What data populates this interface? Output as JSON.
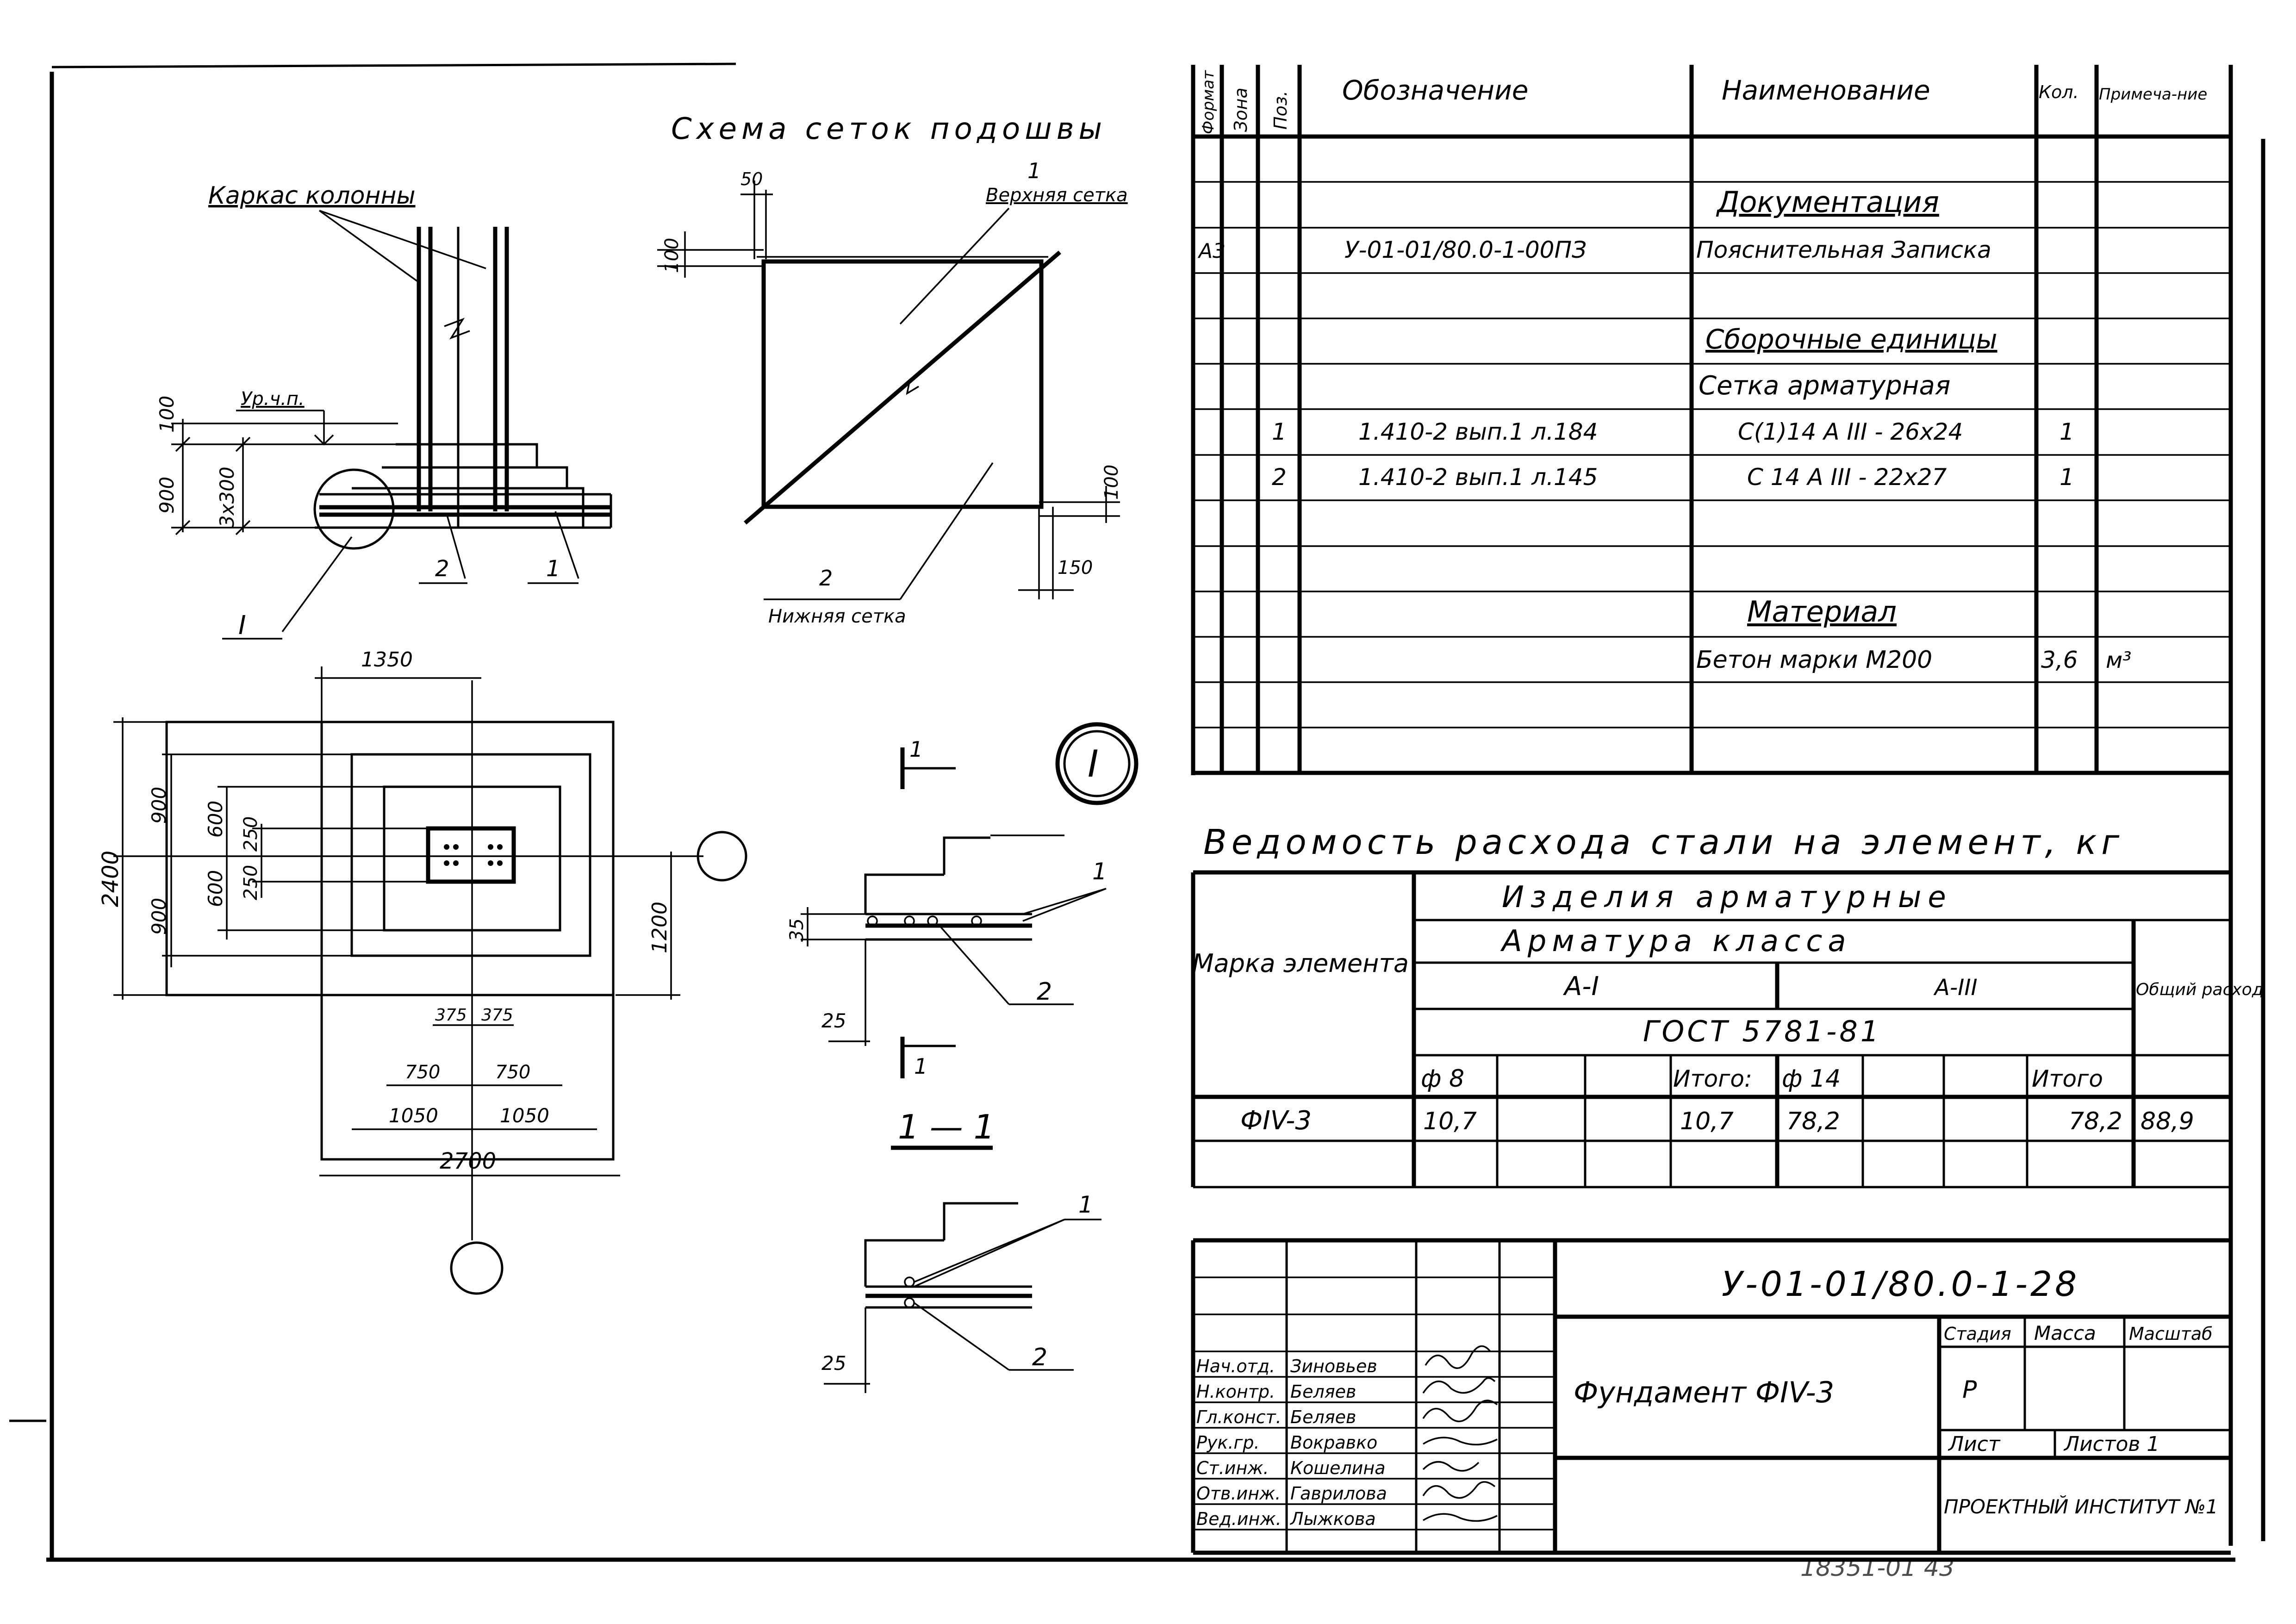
{
  "drawing": {
    "scheme_title": "Схема сеток подошвы",
    "upper_mesh_label": "Верхняя сетка",
    "lower_mesh_label": "Нижняя сетка",
    "column_frame_label": "Каркас колонны",
    "floor_level_label": "Ур.ч.п.",
    "node_label": "I",
    "node_circle_label": "I",
    "section_mark": "1",
    "section_title": "1 — 1",
    "dims": {
      "d100": "100",
      "d900": "900",
      "d3x300": "3x300",
      "d50": "50",
      "d150": "150",
      "d1350": "1350",
      "d2400": "2400",
      "d600": "600",
      "d250": "250",
      "d1200": "1200",
      "d375": "375",
      "d750": "750",
      "d1050": "1050",
      "d2700": "2700",
      "d35": "35",
      "d25": "25"
    },
    "pos1": "1",
    "pos2": "2",
    "bottom_stamp": "18351-01 43"
  },
  "spec": {
    "headers": {
      "format": "Формат",
      "zone": "Зона",
      "pos": "Поз.",
      "designation": "Обозначение",
      "name": "Наименование",
      "qty": "Кол.",
      "note": "Примеча-ние"
    },
    "section_docs": "Документация",
    "section_assembly": "Сборочные единицы",
    "section_material": "Материал",
    "rows": [
      {
        "format": "А3",
        "pos": "",
        "designation": "У-01-01/80.0-1-00ПЗ",
        "name": "Пояснительная Записка",
        "qty": "",
        "note": ""
      },
      {
        "format": "",
        "pos": "",
        "designation": "",
        "name": "Сетка арматурная",
        "qty": "",
        "note": ""
      },
      {
        "format": "",
        "pos": "1",
        "designation": "1.410-2 вып.1 л.184",
        "name": "С(1)14 А III - 26x24",
        "qty": "1",
        "note": ""
      },
      {
        "format": "",
        "pos": "2",
        "designation": "1.410-2 вып.1 л.145",
        "name": "С 14 А III - 22x27",
        "qty": "1",
        "note": ""
      },
      {
        "format": "",
        "pos": "",
        "designation": "",
        "name": "Бетон марки М200",
        "qty": "3,6",
        "note": "м³"
      }
    ]
  },
  "steel": {
    "title": "Ведомость расхода стали на элемент, кг",
    "mark_header": "Марка элемента",
    "products": "Изделия арматурные",
    "rebar_class": "Арматура класса",
    "class1": "А-I",
    "class3": "А-III",
    "gost": "ГОСТ 5781-81",
    "total_header": "Общий расход",
    "phi8": "ф 8",
    "subtotal1": "Итого:",
    "phi14": "ф 14",
    "subtotal2": "Итого",
    "row": {
      "mark": "ФIV-3",
      "v8": "10,7",
      "sum1": "10,7",
      "v14": "78,2",
      "sum2": "78,2",
      "total": "88,9"
    }
  },
  "titleblock": {
    "code": "У-01-01/80.0-1-28",
    "name": "Фундамент ФIV-3",
    "stage_header": "Стадия",
    "mass_header": "Масса",
    "scale_header": "Масштаб",
    "stage": "Р",
    "sheet_label": "Лист",
    "sheets_label": "Листов 1",
    "org": "ПРОЕКТНЫЙ ИНСТИТУТ №1",
    "people": [
      {
        "role": "Нач.отд.",
        "name": "Зиновьев"
      },
      {
        "role": "Н.контр.",
        "name": "Беляев"
      },
      {
        "role": "Гл.конст.",
        "name": "Беляев"
      },
      {
        "role": "Рук.гр.",
        "name": "Вокравко"
      },
      {
        "role": "Ст.инж.",
        "name": "Кошелина"
      },
      {
        "role": "Отв.инж.",
        "name": "Гаврилова"
      },
      {
        "role": "Вед.инж.",
        "name": "Лыжкова"
      }
    ]
  }
}
